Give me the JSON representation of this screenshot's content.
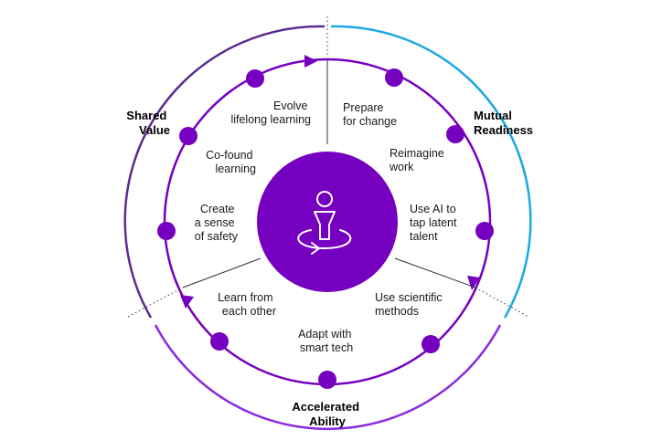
{
  "sections": [
    {
      "id": "shared-value",
      "lines": [
        "Shared",
        "Value"
      ],
      "color": "#4b2a8c"
    },
    {
      "id": "mutual-readiness",
      "lines": [
        "Mutual",
        "Readiness"
      ],
      "color": "#1aa8e0"
    },
    {
      "id": "accelerated-ability",
      "lines": [
        "Accelerated",
        "Ability"
      ],
      "color": "#8a2be2"
    }
  ],
  "practices": [
    {
      "id": "prepare-for-change",
      "lines": [
        "Prepare",
        "for change"
      ]
    },
    {
      "id": "reimagine-work",
      "lines": [
        "Reimagine",
        "work"
      ]
    },
    {
      "id": "use-ai-to-tap-latent-talent",
      "lines": [
        "Use AI to",
        "tap latent",
        "talent"
      ]
    },
    {
      "id": "use-scientific-methods",
      "lines": [
        "Use scientific",
        "methods"
      ]
    },
    {
      "id": "adapt-with-smart-tech",
      "lines": [
        "Adapt with",
        "smart tech"
      ]
    },
    {
      "id": "learn-from-each-other",
      "lines": [
        "Learn from",
        "each other"
      ]
    },
    {
      "id": "create-a-sense-of-safety",
      "lines": [
        "Create",
        "a sense",
        "of safety"
      ]
    },
    {
      "id": "co-found-learning",
      "lines": [
        "Co-found",
        "learning"
      ]
    },
    {
      "id": "evolve-lifelong-learning",
      "lines": [
        "Evolve",
        "lifelong learning"
      ]
    }
  ],
  "center_icon": "person-cycle-icon",
  "colors": {
    "primary_purple": "#7500c0",
    "center_fill": "#7500c0",
    "outer_left_arc": "#5a2d91",
    "outer_right_arc": "#1aa8e0",
    "outer_bottom_arc": "#8a2be2",
    "divider": "#333333"
  }
}
